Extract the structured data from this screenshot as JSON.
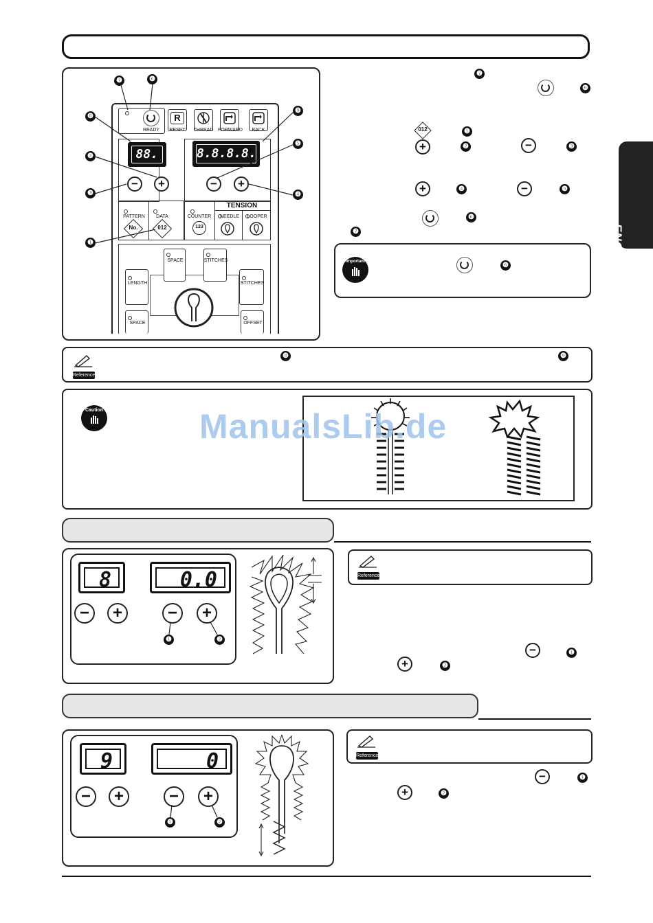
{
  "side_tab": {
    "label": "ENGLISH"
  },
  "watermark": {
    "text": "ManualsLib.de"
  },
  "panel": {
    "ready_label": "READY",
    "reset_label": "RESET",
    "reset_glyph": "R",
    "thread_label": "THREAD",
    "forward_label": "FORWARD",
    "back_label": "BACK",
    "display_small": "88.",
    "display_large": "8.8.8.8.",
    "pattern_label": "PATTERN",
    "pattern_glyph": "No.",
    "data_label": "DATA",
    "data_glyph": "012",
    "tension_label": "TENSION",
    "counter_label": "COUNTER",
    "counter_glyph": "123",
    "needle_label": "NEEDLE",
    "looper_label": "LOOPER",
    "space_label": "SPACE",
    "stitches_label": "STITCHES",
    "length_label": "LENGTH",
    "space2_label": "SPACE",
    "stitches2_label": "STITCHES",
    "offset_label": "OFFSET"
  },
  "callouts": [
    "❼",
    "❻",
    "❽",
    "❾",
    "❷",
    "❺",
    "❸",
    "❹",
    "❶"
  ],
  "instructions": {
    "n7": "❼",
    "n6": "❻",
    "data_glyph": "012",
    "n1": "❶",
    "n2": "❷",
    "n3": "❸",
    "n4": "❹",
    "n5": "❺",
    "n6b": "❻",
    "n7b": "❼"
  },
  "important": {
    "badge": "Important",
    "n6": "❻"
  },
  "reference1": {
    "badge": "Reference",
    "n8": "❽",
    "n9": "❾"
  },
  "caution": {
    "badge": "Caution"
  },
  "section2": {
    "display_small": "8",
    "display_large": "0.0",
    "n1": "❶",
    "n2": "❷",
    "reference_badge": "Reference",
    "text_n1": "❶",
    "text_n2": "❷"
  },
  "section3": {
    "display_small": "9",
    "display_large": "0",
    "n1": "❶",
    "n2": "❷",
    "reference_badge": "Reference",
    "text_n1": "❶",
    "text_n2": "❷"
  }
}
